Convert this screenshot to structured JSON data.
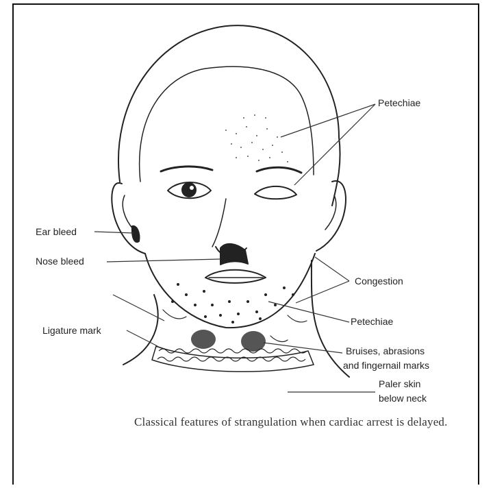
{
  "labels": {
    "petechiae_eyes": "Petechiae",
    "ear_bleed": "Ear bleed",
    "nose_bleed": "Nose bleed",
    "congestion": "Congestion",
    "petechiae_chin": "Petechiae",
    "ligature_mark": "Ligature mark",
    "bruises_line1": "Bruises, abrasions",
    "bruises_line2": "and fingernail marks",
    "paler_line1": "Paler skin",
    "paler_line2": "below neck"
  },
  "caption": "Classical features of strangulation when cardiac arrest is delayed.",
  "colors": {
    "ink": "#222222",
    "border": "#111111",
    "background": "#ffffff"
  }
}
